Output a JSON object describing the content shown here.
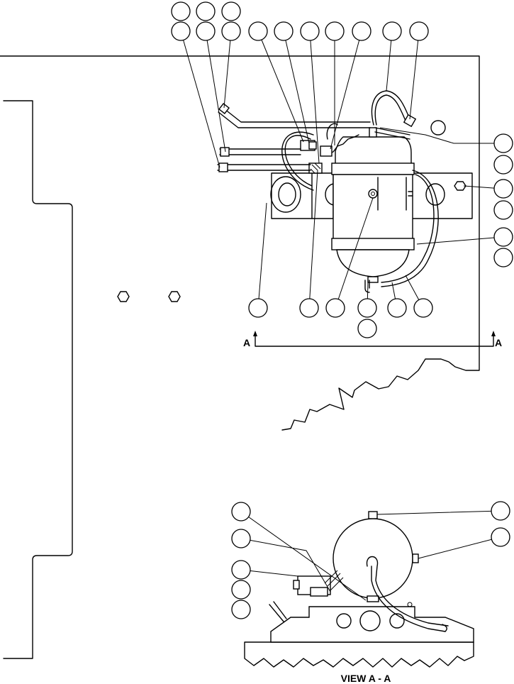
{
  "section_marker": {
    "left": "A",
    "right": "A"
  },
  "view_caption": "VIEW A - A"
}
